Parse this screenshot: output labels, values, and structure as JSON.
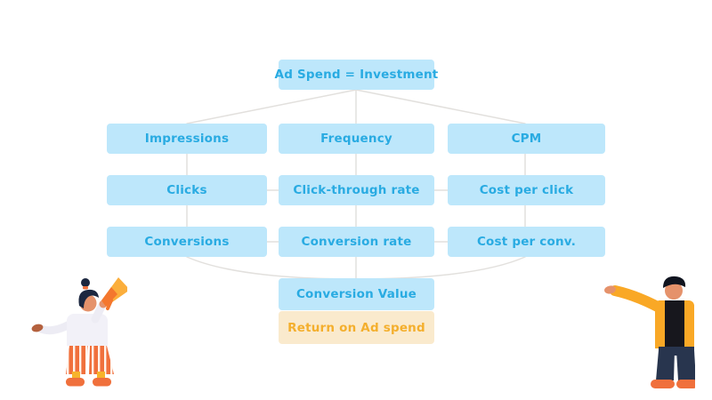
{
  "diagram": {
    "title_node": "Ad Spend = Investment",
    "grid": [
      {
        "cells": [
          "Impressions",
          "Frequency",
          "CPM"
        ]
      },
      {
        "cells": [
          "Clicks",
          "Click-through rate",
          "Cost per click"
        ]
      },
      {
        "cells": [
          "Conversions",
          "Conversion rate",
          "Cost per conv."
        ]
      }
    ],
    "value_node": "Conversion Value",
    "result_node": "Return on Ad spend"
  },
  "colors": {
    "metric_node_bg": "#BDE7FB",
    "metric_node_text": "#29ABE2",
    "result_node_bg": "#FAEACD",
    "result_node_text": "#F4AF2D",
    "connector_line": "#E2E0DD",
    "illustration_orange": "#F0703C",
    "illustration_yellow": "#F9A826",
    "illustration_navy": "#28354E"
  },
  "illustrations": {
    "left": "person-with-megaphone",
    "right": "person-pointing"
  }
}
